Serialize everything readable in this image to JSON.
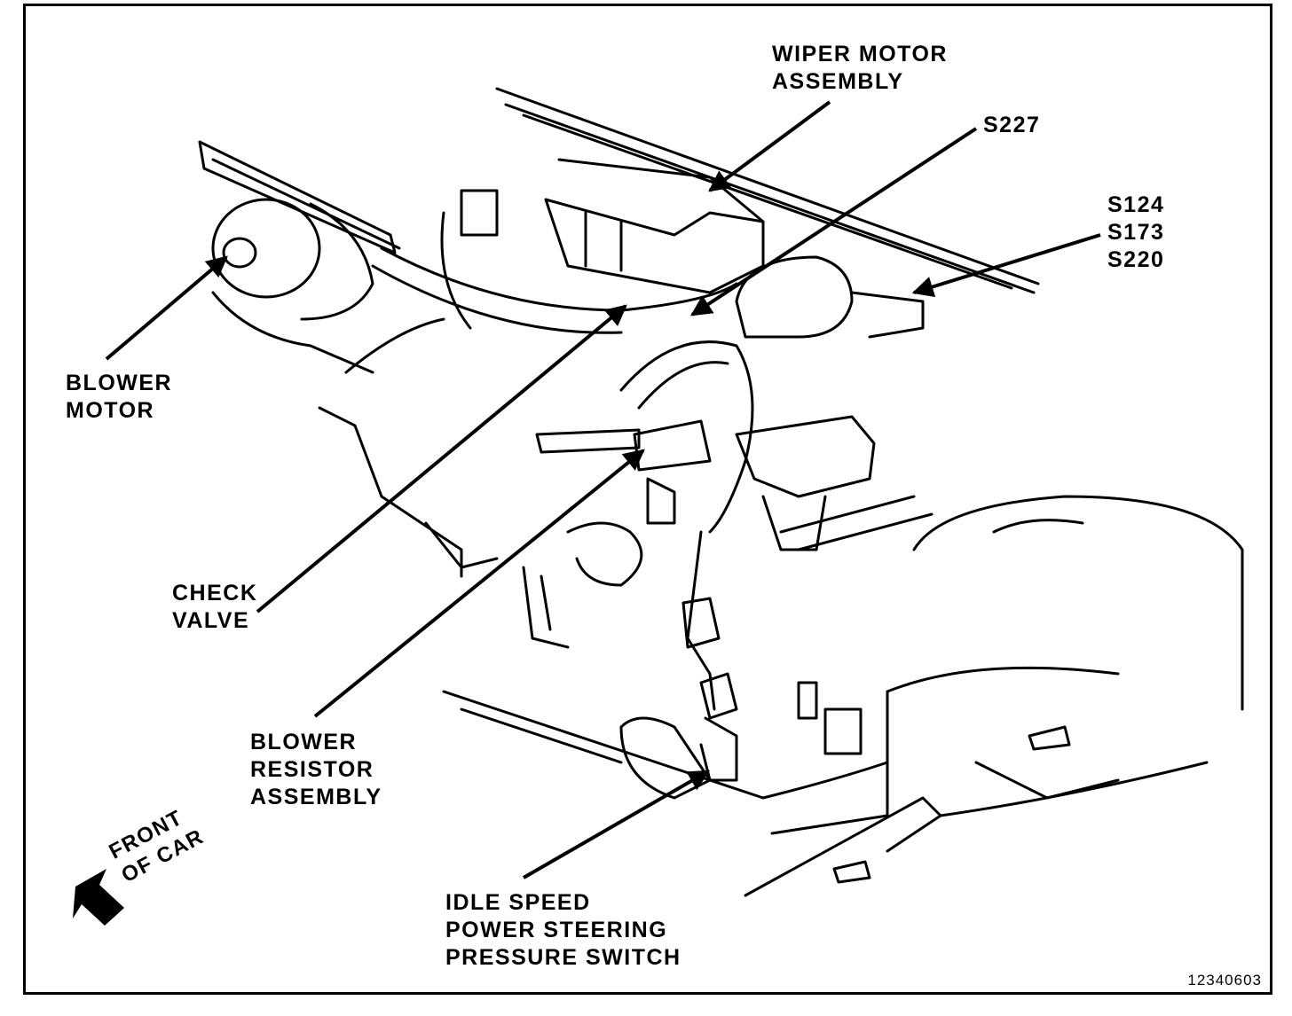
{
  "labels": {
    "wiper_motor": [
      "WIPER MOTOR",
      "ASSEMBLY"
    ],
    "s227": "S227",
    "splices": [
      "S124",
      "S173",
      "S220"
    ],
    "blower_motor": [
      "BLOWER",
      "MOTOR"
    ],
    "check_valve": [
      "CHECK",
      "VALVE"
    ],
    "blower_resistor": [
      "BLOWER",
      "RESISTOR",
      "ASSEMBLY"
    ],
    "idle_switch": [
      "IDLE SPEED",
      "POWER STEERING",
      "PRESSURE SWITCH"
    ],
    "front_of_car": [
      "FRONT",
      "OF CAR"
    ]
  },
  "diagram_id": "12340603"
}
